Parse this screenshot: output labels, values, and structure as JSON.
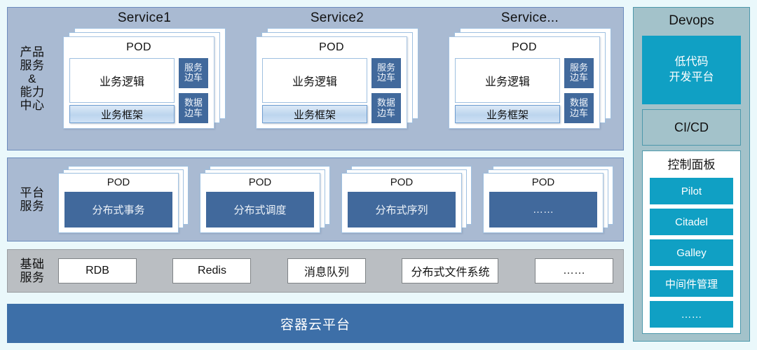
{
  "sections": {
    "services": {
      "label": "产品\n服务\n&\n能力\n中心",
      "columns": [
        {
          "title": "Service1",
          "pod_title": "POD",
          "business_logic": "业务逻辑",
          "business_framework": "业务框架",
          "sidecars": [
            "服务\n边车",
            "数据\n边车"
          ]
        },
        {
          "title": "Service2",
          "pod_title": "POD",
          "business_logic": "业务逻辑",
          "business_framework": "业务框架",
          "sidecars": [
            "服务\n边车",
            "数据\n边车"
          ]
        },
        {
          "title": "Service...",
          "pod_title": "POD",
          "business_logic": "业务逻辑",
          "business_framework": "业务框架",
          "sidecars": [
            "服务\n边车",
            "数据\n边车"
          ]
        }
      ]
    },
    "platform": {
      "label": "平台\n服务",
      "pods": [
        {
          "pod_title": "POD",
          "name": "分布式事务"
        },
        {
          "pod_title": "POD",
          "name": "分布式调度"
        },
        {
          "pod_title": "POD",
          "name": "分布式序列"
        },
        {
          "pod_title": "POD",
          "name": "……"
        }
      ]
    },
    "infrastructure": {
      "label": "基础\n服务",
      "items": [
        "RDB",
        "Redis",
        "消息队列",
        "分布式文件系统",
        "……"
      ]
    },
    "container_platform": {
      "label": "容器云平台"
    }
  },
  "devops": {
    "title": "Devops",
    "lowcode": "低代码\n开发平台",
    "cicd": "CI/CD",
    "control_panel": {
      "title": "控制面板",
      "buttons": [
        "Pilot",
        "Citadel",
        "Galley",
        "中间件管理",
        "……"
      ]
    }
  },
  "colors": {
    "page_bg": "#eaf8fb",
    "band_blue": "#a9bad2",
    "band_blue_border": "#6b8bbd",
    "band_gray": "#babec2",
    "band_gray_border": "#9a9ea2",
    "pod_accent": "#41699c",
    "container_bar": "#3d6fa8",
    "devops_bg": "#a3c2ca",
    "devops_border": "#4d98ab",
    "devops_accent": "#10a0c4",
    "card_white": "#ffffff",
    "card_border": "#9fc0e0"
  }
}
